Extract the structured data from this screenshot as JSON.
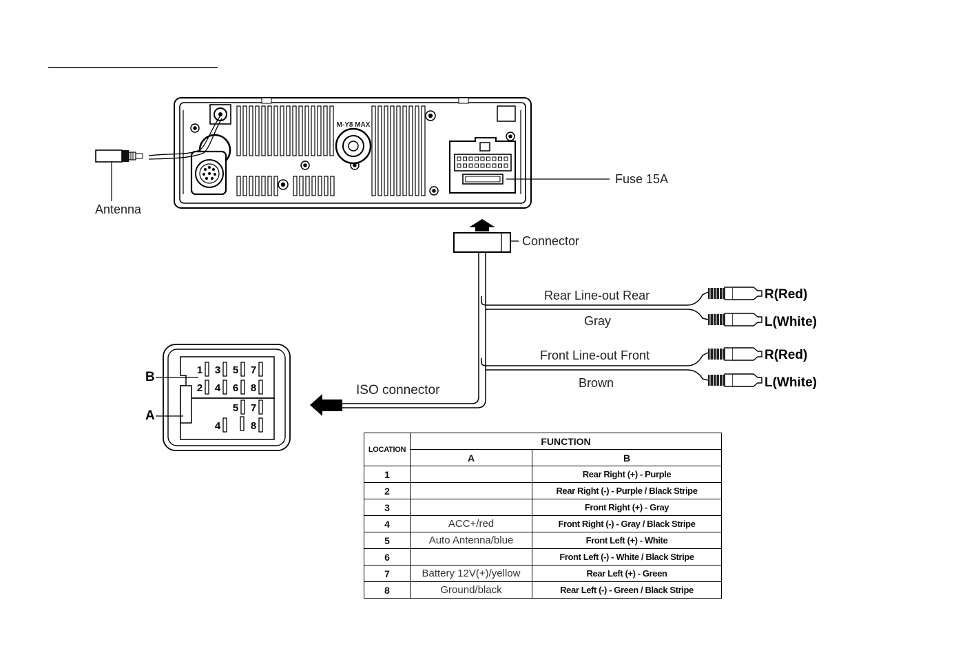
{
  "labels": {
    "antenna": "Antenna",
    "fuse": "Fuse 15A",
    "connector": "Connector",
    "rear_line_out": "Rear Line-out Rear",
    "gray": "Gray",
    "front_line_out": "Front Line-out Front",
    "brown": "Brown",
    "iso_connector": "ISO connector",
    "r_red_1": "R(Red)",
    "l_white_1": "L(White)",
    "r_red_2": "R(Red)",
    "l_white_2": "L(White)",
    "socket_b": "B",
    "socket_a": "A",
    "unit_marking": "M-Y8 MAX"
  },
  "iso_pins": {
    "b_row1": [
      "1",
      "3",
      "5",
      "7"
    ],
    "b_row2": [
      "2",
      "4",
      "6",
      "8"
    ],
    "a_row1": [
      "5",
      "7"
    ],
    "a_row2": [
      "4",
      "8"
    ]
  },
  "table": {
    "location_header": "LOCATION",
    "function_header": "FUNCTION",
    "col_a": "A",
    "col_b": "B",
    "rows": [
      {
        "loc": "1",
        "a": "",
        "b": "Rear Right (+) - Purple"
      },
      {
        "loc": "2",
        "a": "",
        "b": "Rear Right (-) - Purple / Black Stripe"
      },
      {
        "loc": "3",
        "a": "",
        "b": "Front Right (+) - Gray"
      },
      {
        "loc": "4",
        "a": "ACC+/red",
        "b": "Front Right (-) - Gray / Black Stripe"
      },
      {
        "loc": "5",
        "a": "Auto Antenna/blue",
        "b": "Front Left (+) - White"
      },
      {
        "loc": "6",
        "a": "",
        "b": "Front Left (-) - White / Black Stripe"
      },
      {
        "loc": "7",
        "a": "Battery 12V(+)/yellow",
        "b": "Rear Left (+) - Green"
      },
      {
        "loc": "8",
        "a": "Ground/black",
        "b": "Rear Left (-) - Green / Black Stripe"
      }
    ]
  }
}
